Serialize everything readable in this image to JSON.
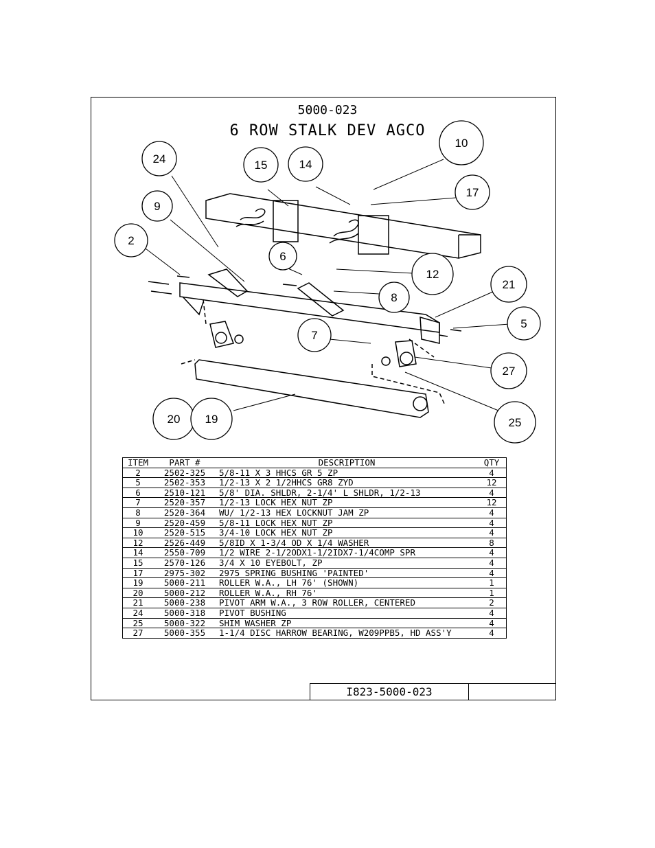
{
  "drawing": {
    "number": "5000-023",
    "title": "6 ROW STALK DEV AGCO",
    "sheet_number": "I823-5000-023"
  },
  "callouts": [
    "10",
    "24",
    "15",
    "14",
    "17",
    "9",
    "2",
    "6",
    "12",
    "8",
    "21",
    "5",
    "7",
    "27",
    "20",
    "19",
    "25"
  ],
  "parts_table": {
    "headers": {
      "item": "ITEM",
      "part": "PART #",
      "description": "DESCRIPTION",
      "qty": "QTY"
    },
    "rows": [
      {
        "item": "2",
        "part": "2502-325",
        "description": "5/8-11 X 3 HHCS GR 5 ZP",
        "qty": "4"
      },
      {
        "item": "5",
        "part": "2502-353",
        "description": "1/2-13 X 2 1/2HHCS GR8 ZYD",
        "qty": "12"
      },
      {
        "item": "6",
        "part": "2510-121",
        "description": "5/8' DIA. SHLDR, 2-1/4' L SHLDR, 1/2-13",
        "qty": "4"
      },
      {
        "item": "7",
        "part": "2520-357",
        "description": "1/2-13 LOCK HEX NUT ZP",
        "qty": "12"
      },
      {
        "item": "8",
        "part": "2520-364",
        "description": "WU/ 1/2-13 HEX LOCKNUT JAM ZP",
        "qty": "4"
      },
      {
        "item": "9",
        "part": "2520-459",
        "description": "5/8-11 LOCK HEX NUT ZP",
        "qty": "4"
      },
      {
        "item": "10",
        "part": "2520-515",
        "description": "3/4-10 LOCK HEX NUT ZP",
        "qty": "4"
      },
      {
        "item": "12",
        "part": "2526-449",
        "description": "5/8ID X 1-3/4 OD X 1/4 WASHER",
        "qty": "8"
      },
      {
        "item": "14",
        "part": "2550-709",
        "description": "1/2 WIRE 2-1/2ODX1-1/2IDX7-1/4COMP SPR",
        "qty": "4"
      },
      {
        "item": "15",
        "part": "2570-126",
        "description": "3/4 X 10 EYEBOLT, ZP",
        "qty": "4"
      },
      {
        "item": "17",
        "part": "2975-302",
        "description": "2975 SPRING BUSHING 'PAINTED'",
        "qty": "4"
      },
      {
        "item": "19",
        "part": "5000-211",
        "description": "ROLLER W.A., LH 76'     (SHOWN)",
        "qty": "1"
      },
      {
        "item": "20",
        "part": "5000-212",
        "description": "ROLLER W.A., RH 76'",
        "qty": "1"
      },
      {
        "item": "21",
        "part": "5000-238",
        "description": "PIVOT ARM W.A., 3 ROW ROLLER, CENTERED",
        "qty": "2"
      },
      {
        "item": "24",
        "part": "5000-318",
        "description": "PIVOT BUSHING",
        "qty": "4"
      },
      {
        "item": "25",
        "part": "5000-322",
        "description": "SHIM WASHER ZP",
        "qty": "4"
      },
      {
        "item": "27",
        "part": "5000-355",
        "description": "1-1/4 DISC HARROW BEARING, W209PPB5, HD ASS'Y",
        "qty": "4"
      }
    ]
  }
}
